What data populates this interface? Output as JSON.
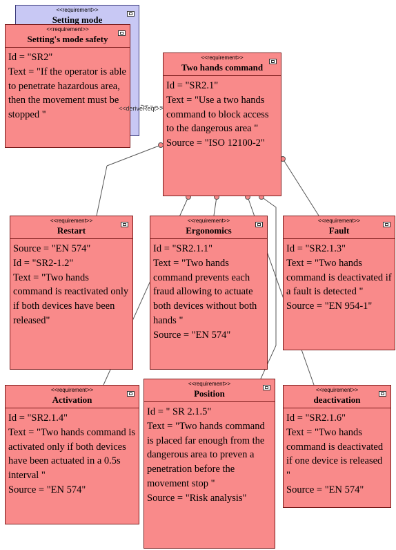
{
  "stereotype": "<<requirement>>",
  "blue": {
    "name": "Setting mode"
  },
  "sms": {
    "name": "Setting's mode safety",
    "id": "Id = \"SR2\"",
    "text": "Text = \"If the operator is able to penetrate hazardous area, then the movement must be stopped \""
  },
  "thc": {
    "name": "Two hands command",
    "id": "Id = \"SR2.1\"",
    "text": "Text = \"Use a two hands command to block access to the dangerous area \"",
    "source": "Source = \"ISO 12100-2\""
  },
  "derive_label": "<<deriveReqt>>",
  "restart": {
    "name": "Restart",
    "source": "Source = \"EN 574\"",
    "id": "Id = \"SR2-1.2\"",
    "text": "Text = \"Two hands command is reactivated only if both devices have been released\""
  },
  "ergo": {
    "name": "Ergonomics",
    "id": "Id = \"SR2.1.1\"",
    "text": "Text = \"Two hands command prevents each fraud allowing to actuate both devices without both hands \"",
    "source": "Source = \"EN 574\""
  },
  "fault": {
    "name": "Fault",
    "id": "Id = \"SR2.1.3\"",
    "text": "Text = \"Two hands command is deactivated if a fault is detected \"",
    "source": "Source = \"EN 954-1\""
  },
  "activ": {
    "name": "Activation",
    "id": "Id = \"SR2.1.4\"",
    "text": "Text = \"Two hands command is activated only if both devices have been actuated in a 0.5s interval \"",
    "source": "Source = \"EN 574\""
  },
  "pos": {
    "name": "Position",
    "id": "Id = \" SR 2.1.5\"",
    "text": "Text = \"Two hands command is placed far enough from the dangerous area to preven a penetration before the movement stop \"",
    "source": "Source = \"Risk analysis\""
  },
  "deact": {
    "name": "deactivation",
    "id": "Id = \"SR2.1.6\"",
    "text": "Text = \"Two hands command is deactivated if one device is released \"",
    "source": "Source = \"EN 574\""
  }
}
